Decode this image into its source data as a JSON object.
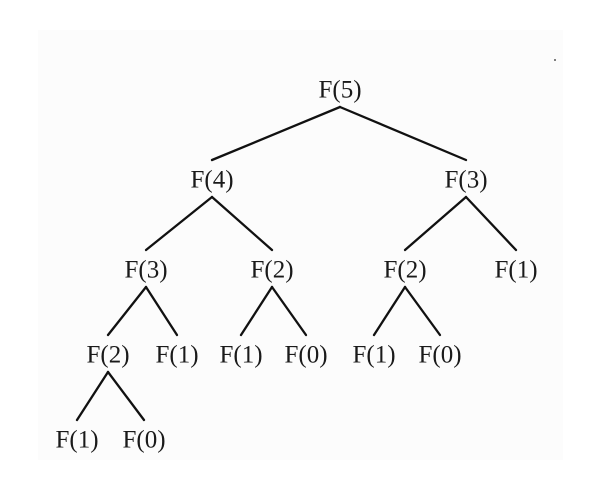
{
  "tree": {
    "nodes": [
      {
        "id": "n0",
        "label": "F(5)"
      },
      {
        "id": "n1",
        "label": "F(4)"
      },
      {
        "id": "n2",
        "label": "F(3)"
      },
      {
        "id": "n3",
        "label": "F(3)"
      },
      {
        "id": "n4",
        "label": "F(2)"
      },
      {
        "id": "n5",
        "label": "F(2)"
      },
      {
        "id": "n6",
        "label": "F(1)"
      },
      {
        "id": "n7",
        "label": "F(2)"
      },
      {
        "id": "n8",
        "label": "F(1)"
      },
      {
        "id": "n9",
        "label": "F(1)"
      },
      {
        "id": "n10",
        "label": "F(0)"
      },
      {
        "id": "n11",
        "label": "F(1)"
      },
      {
        "id": "n12",
        "label": "F(0)"
      },
      {
        "id": "n13",
        "label": "F(1)"
      },
      {
        "id": "n14",
        "label": "F(0)"
      }
    ],
    "edges": [
      [
        "n0",
        "n1"
      ],
      [
        "n0",
        "n2"
      ],
      [
        "n1",
        "n3"
      ],
      [
        "n1",
        "n4"
      ],
      [
        "n2",
        "n5"
      ],
      [
        "n2",
        "n6"
      ],
      [
        "n3",
        "n7"
      ],
      [
        "n3",
        "n8"
      ],
      [
        "n4",
        "n9"
      ],
      [
        "n4",
        "n10"
      ],
      [
        "n5",
        "n11"
      ],
      [
        "n5",
        "n12"
      ],
      [
        "n7",
        "n13"
      ],
      [
        "n7",
        "n14"
      ]
    ]
  }
}
